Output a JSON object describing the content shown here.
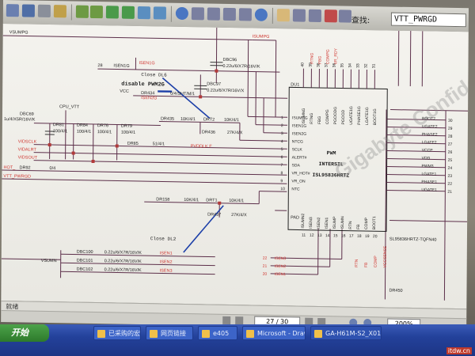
{
  "toolbar": {
    "search_label": "查找:",
    "search_value": "VTT_PWRGD"
  },
  "colors": {
    "net_red": "#d0352f",
    "wire": "#5c2f4a",
    "annot_blue": "#1c3fa8",
    "text_dark": "#222222"
  },
  "schematic": {
    "net_top_left": "VSUMPG",
    "net_top_right": "ISUMPG",
    "pin_28": "28",
    "pin_27": "27",
    "net_isen1g": "ISEN1G",
    "net_isen3g": "ISEN3G",
    "net_isen2g": "ISEN2G",
    "cap_dbc96": "DBC96",
    "cap_dbc96_val": "0.22u/6/X7R/16V/K",
    "cap_dbc97": "DBC97",
    "cap_dbc97_val": "0.22u/6/X7R/16V/X",
    "note_close_dl6": "Close DL6",
    "note_disable": "disable PWM2G",
    "vcc": "VCC",
    "r_dr434": "DR434",
    "r_dr434_val": "0/4/SHT/M/1",
    "r_dr435": "DR435",
    "r_dr435_val": "10K/4/1",
    "r_drt2": "DRT2",
    "r_drt2_val": "10K/4/1",
    "r_dr436": "DR436",
    "r_dr436_val": "27K/4/X",
    "cpu_vtt": "CPU_VTT",
    "cap_dbc69": "DBC69",
    "cap_dbc69_val": "1u/4/X5R/16V/K",
    "r_dr81": "DR81",
    "r_dr81_val": "100/4/1",
    "r_dr84": "DR84",
    "r_dr84_val": "100/4/1",
    "r_dr76": "DR76",
    "r_dr76_val": "100/4/1",
    "r_dr79": "DR79",
    "r_dr79_val": "100/4/1",
    "r_dr85": "DR85",
    "r_dr85_val": "51/4/1",
    "net_pvdd_ok": "PVDDLK F",
    "net_vidsclk": "VIDSCLK",
    "net_vidalert": "VIDALRT",
    "net_vidsout": "VIDSOUT",
    "net_hot": "HOT_",
    "r_dr92": "DR92",
    "r_dr92_val": "0/4",
    "net_vtt_pwrgd": "VTT_PWRGD",
    "r_dr158": "DR158",
    "r_dr158_val": "10K/4/1",
    "r_drt1": "DRT1",
    "r_drt1_val": "10K/4/1",
    "r_dr437": "DR437",
    "r_dr437_val": "27K/4/X",
    "note_close_dl2": "Close DL2",
    "net_vsumn": "VSUMN",
    "caps_bottom": [
      {
        "ref": "DBC100",
        "val": "0.22u/6/X7R/16V/K",
        "net": "ISEN1"
      },
      {
        "ref": "DBC101",
        "val": "0.22u/6/X7R/16V/K",
        "net": "ISEN2"
      },
      {
        "ref": "DBC102",
        "val": "0.22u/6/X7R/16V/K",
        "net": "ISEN3"
      }
    ],
    "ic_ref": "DU1",
    "ic_title_1": "PWM",
    "ic_title_2": "INTERSIL",
    "ic_part": "ISL95836HRTZ",
    "ic_pkg": "SL95836HRTZ-TQFN40",
    "ic_left_pins": [
      "ISUMPG",
      "ISEN1G",
      "ISEN2G",
      "NTCG",
      "SCLK",
      "ALERT#",
      "SDA",
      "VR_HOT#",
      "VR_ON",
      "NTC"
    ],
    "ic_left_pin_nums": [
      "1",
      "2",
      "3",
      "4",
      "5",
      "6",
      "7",
      "8",
      "9",
      "10"
    ],
    "ic_pad": "PAD",
    "ic_top_pins": [
      "ISUMNG",
      "RTNG",
      "FBG",
      "COMPG",
      "PGOODG",
      "PGOOD",
      "UGATE1G",
      "PHASE1G",
      "LGATE1G",
      "BOOT1G"
    ],
    "ic_top_pin_nums": [
      "40",
      "39",
      "38",
      "37",
      "36",
      "35",
      "34",
      "33",
      "32",
      "31"
    ],
    "top_nets_red": [
      "RTNG",
      "FBG",
      "COMPG",
      "VR_RDY"
    ],
    "ic_right_pins": [
      "BOOT2",
      "UGATE2",
      "PHASE2",
      "LGATE2",
      "VCCP",
      "VDD",
      "PWM3",
      "LGATE1",
      "PHASE1",
      "UGATE1"
    ],
    "ic_right_pin_nums": [
      "30",
      "29",
      "28",
      "27",
      "26",
      "25",
      "24",
      "23",
      "22",
      "21"
    ],
    "ic_bottom_pins": [
      "ISUMN2",
      "ISEN3",
      "ISEN2",
      "ISEN1",
      "ISUMP",
      "ISUMN",
      "RTN",
      "FB",
      "COMP",
      "BOOT1"
    ],
    "ic_bottom_pin_nums": [
      "11",
      "12",
      "13",
      "14",
      "15",
      "16",
      "17",
      "18",
      "19",
      "20"
    ],
    "bottom_nets": [
      "ISEN3",
      "ISEN2",
      "ISEN1"
    ],
    "bottom_net_nums": [
      "22",
      "21",
      "20"
    ],
    "bottom_red_nets": [
      "RTN",
      "FB",
      "COMP",
      "VCCSENSE"
    ],
    "r_dr450": "DR450",
    "watermark_text": "Gigabyte Confidential"
  },
  "status": {
    "left_text": "就绪",
    "page": "27 / 30",
    "zoom": "200%"
  },
  "taskbar": {
    "start_label": "开始",
    "tasks": [
      "已采购的宏克 - 1",
      "网页链接",
      "e405",
      "Microsoft - Draw",
      "GA-H61M-S2_X01"
    ]
  },
  "watermark": "itdw.cn"
}
